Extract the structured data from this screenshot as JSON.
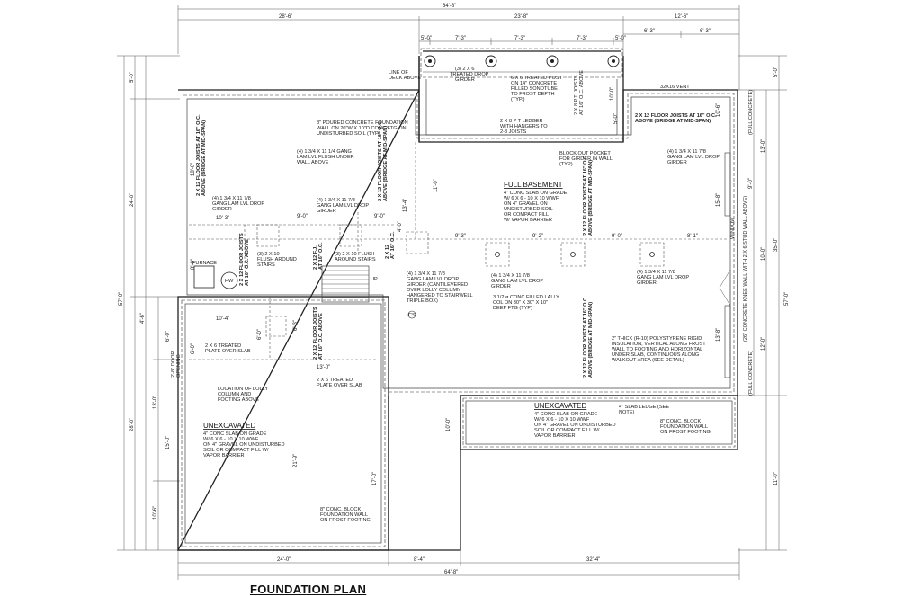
{
  "title": "FOUNDATION PLAN",
  "dims_top": {
    "overall": "64'-8\"",
    "left": "28'-6\"",
    "mid": "23'-8\"",
    "right": "12'-6\"",
    "deck_a": "5'-0\"",
    "deck_b": "7'-3\"",
    "deck_c": "7'-3\"",
    "deck_d": "7'-3\"",
    "deck_e": "5'-0\"",
    "r1": "6'-3\"",
    "r2": "6'-3\""
  },
  "dims_bottom": {
    "overall": "64'-8\"",
    "a": "24'-0\"",
    "b": "8'-4\"",
    "c": "32'-4\""
  },
  "dims_left": {
    "overall": "57'-0\"",
    "a": "5'-0\"",
    "b": "24'-0\"",
    "c": "28'-0\"",
    "d": "4'-6\"",
    "e": "13'-0\"",
    "f": "10'-6\"",
    "g": "6'-0\"",
    "h": "15'-0\""
  },
  "dims_right": {
    "overall": "57'-0\"",
    "a": "5'-0\"",
    "b": "35'-0\"",
    "c": "11'-0\"",
    "d": "10'-0\"",
    "e": "13'-0\"",
    "f": "12'-0\"",
    "g": "9'-0\""
  },
  "rooms": {
    "basement": "FULL BASEMENT",
    "unexc_left": "UNEXCAVATED",
    "unexc_right": "UNEXCAVATED"
  },
  "notes": {
    "deck_line": [
      "LINE OF",
      "DECK ABOVE"
    ],
    "drop_girder": [
      "(3) 2 X 6",
      "TREATED DROP",
      "GIRDER"
    ],
    "post": [
      "6 X 6 TREATED POST",
      "ON 14\" CONCRETE",
      "FILLED SONOTUBE",
      "TO FROST DEPTH",
      "(TYP.)"
    ],
    "joists_deck": [
      "2 X 8 P.T. JOISTS",
      "AT 16\" O.C. ABOVE"
    ],
    "vent": "32X16 VENT",
    "window": "WINDOW",
    "foundation_wall": [
      "8\" POURED CONCRETE FOUNDATION",
      "WALL ON 20\"W X 10\"D CONC FTG ON",
      "UNDISTURBED SOIL (TYP)"
    ],
    "ledger": [
      "2 X 8 P T LEDGER",
      "WITH HANGERS TO",
      "2-3 JOISTS"
    ],
    "floor_joists_a": [
      "2 X 12 FLOOR JOISTS AT 16\" O.C.",
      "ABOVE (BRIDGE AT MID-SPAN)"
    ],
    "block_out": [
      "BLOCK OUT POCKET",
      "FOR GIRDER IN WALL",
      "(TYP)"
    ],
    "lvl_flush": [
      "(4) 1 3/4 X 11 1/4 GANG",
      "LAM LVL FLUSH UNDER",
      "WALL ABOVE"
    ],
    "lvl_drop_right": [
      "(4) 1 3/4 X 11 7/8",
      "GANG LAM LVL DROP",
      "GIRDER"
    ],
    "lvl_drop_left": [
      "(4) 1 3/4 X 11 7/8",
      "GANG LAM LVL DROP",
      "GIRDER"
    ],
    "lvl_flush2": [
      "(4) 1 3/4 X 11 7/8",
      "GANG LAM LVL DROP",
      "GIRDER"
    ],
    "slab": [
      "4\" CONC SLAB ON GRADE",
      "W/ 6 X 6 - 10 X 10 WWF",
      "ON 4\" GRAVEL ON",
      "UNDISTURBED SOIL",
      "OR COMPACT FILL",
      "W/ VAPOR BARRIER"
    ],
    "flush_stairs": [
      "(3) 2 X 10",
      "FLUSH AROUND",
      "STAIRS"
    ],
    "flush_stairs2": [
      "(3) 2 X 10 FLUSH",
      "AROUND STAIRS"
    ],
    "furnace": "FURNACE",
    "hw": "HW",
    "cantilever": [
      "(4) 1 3/4 X 11 7/8",
      "GANG LAM LVL DROP",
      "GIRDER (CANTILEVERED",
      "OVER LOLLY COLUMN",
      "HANGERED TO STAIRWELL",
      "TRIPLE BOX)"
    ],
    "lolly": [
      "3 1/2 ø CONC FILLED LALLY",
      "COL ON 30\" X 30\" X 10\"",
      "DEEP FTG (TYP)"
    ],
    "lvl_drop3": [
      "(4) 1 3/4 X 11 7/8",
      "GANG LAM LVL DROP",
      "GIRDER"
    ],
    "polystyrene": [
      "2\" THICK (R-10) POLYSTYRENE RIGID",
      "INSULATION, VERTICAL ALONG FROST",
      "WALL TO FOOTING AND HORIZONTAL",
      "UNDER SLAB, CONTINUOUS ALONG",
      "WALKOUT AREA (SEE DETAIL)"
    ],
    "treated_plate1": [
      "2 X 6 TREATED",
      "PLATE OVER SLAB"
    ],
    "treated_plate2": [
      "2 X 6 TREATED",
      "PLATE OVER SLAB"
    ],
    "lolly_loc": [
      "LOCATION OF LOLLY",
      "COLUMN AND",
      "FOOTING ABOVE"
    ],
    "slab_ledge": [
      "4\" SLAB LEDGE (SEE",
      "NOTE)"
    ],
    "unexc_slab_right": [
      "4\" CONC SLAB ON GRADE",
      "W/ 6 X 6 - 10 X 10 WWF",
      "ON 4\" GRAVEL ON UNDISTURBED",
      "SOIL OR COMPACT FILL W/",
      "VAPOR BARRIER"
    ],
    "block_wall_right": [
      "8\" CONC. BLOCK",
      "FOUNDATION WALL",
      "ON FROST FOOTING"
    ],
    "unexc_slab_left": [
      "4\" CONC SLAB ON GRADE",
      "W/ 6 X 6 - 10 X 10 WWF",
      "ON 4\" GRAVEL ON UNDISTURBED",
      "SOIL OR COMPACT FILL W/",
      "VAPOR BARRIER"
    ],
    "block_wall_left": [
      "8\" CONC. BLOCK",
      "FOUNDATION WALL",
      "ON FROST FOOTING"
    ],
    "full_concrete_top": "(FULL CONCRETE)",
    "full_concrete_bot": "(FULL CONCRETE)",
    "knee_wall": "(26\" CONCRETE KNEE WALL WITH 2 X 6 STUD WALL ABOVE)",
    "joists_left": [
      "2 X 12 FLOOR JOISTS AT 16\" O.C.",
      "ABOVE (BRIDGE AT MID-SPAN)"
    ],
    "joists_mid": [
      "2 X 12 FLOOR JOISTS AT 16\" O.C.",
      "ABOVE (BRIDGE AT MID-SPAN)"
    ],
    "joists_right": [
      "2 X 12 FLOOR JOISTS AT 16\" O.C.",
      "ABOVE (BRIDGE AT MID-SPAN)"
    ],
    "joists_low": [
      "2 X 12 FLOOR JOISTS AT 16\" O.C.",
      "ABOVE (BRIDGE AT MID-SPAN)"
    ],
    "joists_stair": [
      "2 X 12 FLOOR JOISTS",
      "AT 16\" O.C. ABOVE"
    ],
    "joists_hall": [
      "2 X 12 FLOOR JOISTS",
      "AT 16\" O.C. ABOVE"
    ],
    "joists_small": [
      "2 X 12 F.J.",
      "AT 16\" O.C."
    ],
    "joists_small2": [
      "2 X 12",
      "AT 16\" O.C."
    ],
    "door_left": [
      "2'-8\" DOOR",
      "OPENING"
    ],
    "up": "UP",
    "col_tag": "CS"
  },
  "inner_dims": {
    "g1": "10'-3\"",
    "g2": "9'-0\"",
    "g3": "9'-0\"",
    "g4": "9'-3\"",
    "g5": "9'-2\"",
    "g6": "9'-0\"",
    "g7": "8'-1\"",
    "s1": "10'-4\"",
    "s2": "13'-0\"",
    "s3": "21'-9\"",
    "s4": "17'-0\"",
    "s5": "6'-0\"",
    "s6": "6'-3\"",
    "b1": "18'-0\"",
    "b2": "11'-0\"",
    "b3": "10'-0\"",
    "b4": "8'-0\"",
    "b5": "4'-0\"",
    "b6": "15'-8\"",
    "b7": "13'-8\"",
    "b8": "10'-6\"",
    "b9": "5'-0\"",
    "b10": "10'-0\"",
    "b11": "13'-4\"",
    "b12": "6'-0\""
  }
}
